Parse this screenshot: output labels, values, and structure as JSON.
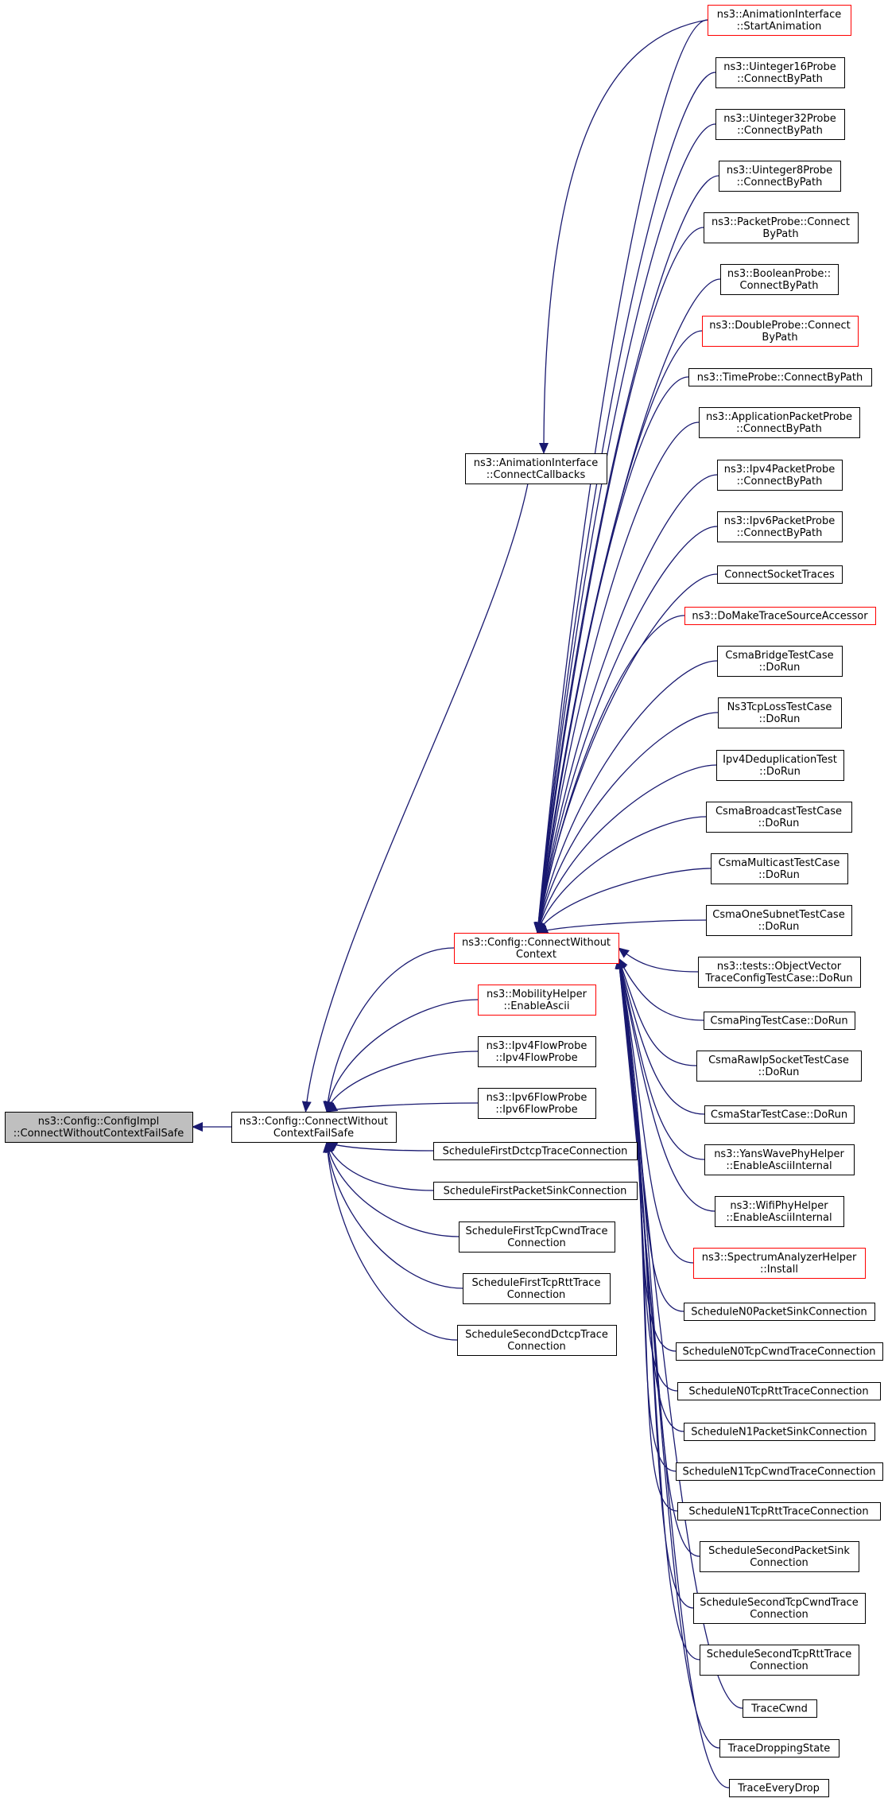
{
  "colors": {
    "edge": "#191970",
    "arrowhead": "#191970",
    "node_border": "#000000",
    "node_border_highlight": "#ff0000",
    "root_fill": "#bfbfbf",
    "node_fill": "#ffffff"
  },
  "nodes": [
    {
      "id": "root",
      "lines": [
        "ns3::Config::ConfigImpl",
        "::ConnectWithoutContextFailSafe"
      ],
      "style": "root"
    },
    {
      "id": "cwcfs",
      "lines": [
        "ns3::Config::ConnectWithout",
        "ContextFailSafe"
      ],
      "style": "normal"
    },
    {
      "id": "anim_cc",
      "lines": [
        "ns3::AnimationInterface",
        "::ConnectCallbacks"
      ],
      "style": "normal"
    },
    {
      "id": "cwc",
      "lines": [
        "ns3::Config::ConnectWithout",
        "Context"
      ],
      "style": "red"
    },
    {
      "id": "mob",
      "lines": [
        "ns3::MobilityHelper",
        "::EnableAscii"
      ],
      "style": "red"
    },
    {
      "id": "ip4fp",
      "lines": [
        "ns3::Ipv4FlowProbe",
        "::Ipv4FlowProbe"
      ],
      "style": "normal"
    },
    {
      "id": "ip6fp",
      "lines": [
        "ns3::Ipv6FlowProbe",
        "::Ipv6FlowProbe"
      ],
      "style": "normal"
    },
    {
      "id": "sfdctcp",
      "lines": [
        "ScheduleFirstDctcpTraceConnection"
      ],
      "style": "normal"
    },
    {
      "id": "sfps",
      "lines": [
        "ScheduleFirstPacketSinkConnection"
      ],
      "style": "normal"
    },
    {
      "id": "sftcw",
      "lines": [
        "ScheduleFirstTcpCwndTrace",
        "Connection"
      ],
      "style": "normal"
    },
    {
      "id": "sftrtt",
      "lines": [
        "ScheduleFirstTcpRttTrace",
        "Connection"
      ],
      "style": "normal"
    },
    {
      "id": "ssdctcp",
      "lines": [
        "ScheduleSecondDctcpTrace",
        "Connection"
      ],
      "style": "normal"
    },
    {
      "id": "anim_sa",
      "lines": [
        "ns3::AnimationInterface",
        "::StartAnimation"
      ],
      "style": "red"
    },
    {
      "id": "u16",
      "lines": [
        "ns3::Uinteger16Probe",
        "::ConnectByPath"
      ],
      "style": "normal"
    },
    {
      "id": "u32",
      "lines": [
        "ns3::Uinteger32Probe",
        "::ConnectByPath"
      ],
      "style": "normal"
    },
    {
      "id": "u8",
      "lines": [
        "ns3::Uinteger8Probe",
        "::ConnectByPath"
      ],
      "style": "normal"
    },
    {
      "id": "pkt",
      "lines": [
        "ns3::PacketProbe::Connect",
        "ByPath"
      ],
      "style": "normal"
    },
    {
      "id": "bool",
      "lines": [
        "ns3::BooleanProbe::",
        "ConnectByPath"
      ],
      "style": "normal"
    },
    {
      "id": "dbl",
      "lines": [
        "ns3::DoubleProbe::Connect",
        "ByPath"
      ],
      "style": "red"
    },
    {
      "id": "time",
      "lines": [
        "ns3::TimeProbe::ConnectByPath"
      ],
      "style": "normal"
    },
    {
      "id": "app",
      "lines": [
        "ns3::ApplicationPacketProbe",
        "::ConnectByPath"
      ],
      "style": "normal"
    },
    {
      "id": "ip4pp",
      "lines": [
        "ns3::Ipv4PacketProbe",
        "::ConnectByPath"
      ],
      "style": "normal"
    },
    {
      "id": "ip6pp",
      "lines": [
        "ns3::Ipv6PacketProbe",
        "::ConnectByPath"
      ],
      "style": "normal"
    },
    {
      "id": "cst",
      "lines": [
        "ConnectSocketTraces"
      ],
      "style": "normal"
    },
    {
      "id": "dmtsa",
      "lines": [
        "ns3::DoMakeTraceSourceAccessor"
      ],
      "style": "red"
    },
    {
      "id": "csmabr",
      "lines": [
        "CsmaBridgeTestCase",
        "::DoRun"
      ],
      "style": "normal"
    },
    {
      "id": "ns3tcp",
      "lines": [
        "Ns3TcpLossTestCase",
        "::DoRun"
      ],
      "style": "normal"
    },
    {
      "id": "ip4dd",
      "lines": [
        "Ipv4DeduplicationTest",
        "::DoRun"
      ],
      "style": "normal"
    },
    {
      "id": "csmabc",
      "lines": [
        "CsmaBroadcastTestCase",
        "::DoRun"
      ],
      "style": "normal"
    },
    {
      "id": "csmamc",
      "lines": [
        "CsmaMulticastTestCase",
        "::DoRun"
      ],
      "style": "normal"
    },
    {
      "id": "csmaos",
      "lines": [
        "CsmaOneSubnetTestCase",
        "::DoRun"
      ],
      "style": "normal"
    },
    {
      "id": "objvec",
      "lines": [
        "ns3::tests::ObjectVector",
        "TraceConfigTestCase::DoRun"
      ],
      "style": "normal"
    },
    {
      "id": "csmaping",
      "lines": [
        "CsmaPingTestCase::DoRun"
      ],
      "style": "normal"
    },
    {
      "id": "csmaraw",
      "lines": [
        "CsmaRawIpSocketTestCase",
        "::DoRun"
      ],
      "style": "normal"
    },
    {
      "id": "csmastar",
      "lines": [
        "CsmaStarTestCase::DoRun"
      ],
      "style": "normal"
    },
    {
      "id": "yans",
      "lines": [
        "ns3::YansWavePhyHelper",
        "::EnableAsciiInternal"
      ],
      "style": "normal"
    },
    {
      "id": "wifi",
      "lines": [
        "ns3::WifiPhyHelper",
        "::EnableAsciiInternal"
      ],
      "style": "normal"
    },
    {
      "id": "spec",
      "lines": [
        "ns3::SpectrumAnalyzerHelper",
        "::Install"
      ],
      "style": "red"
    },
    {
      "id": "n0ps",
      "lines": [
        "ScheduleN0PacketSinkConnection"
      ],
      "style": "normal"
    },
    {
      "id": "n0cw",
      "lines": [
        "ScheduleN0TcpCwndTraceConnection"
      ],
      "style": "normal"
    },
    {
      "id": "n0rtt",
      "lines": [
        "ScheduleN0TcpRttTraceConnection"
      ],
      "style": "normal"
    },
    {
      "id": "n1ps",
      "lines": [
        "ScheduleN1PacketSinkConnection"
      ],
      "style": "normal"
    },
    {
      "id": "n1cw",
      "lines": [
        "ScheduleN1TcpCwndTraceConnection"
      ],
      "style": "normal"
    },
    {
      "id": "n1rtt",
      "lines": [
        "ScheduleN1TcpRttTraceConnection"
      ],
      "style": "normal"
    },
    {
      "id": "ssps",
      "lines": [
        "ScheduleSecondPacketSink",
        "Connection"
      ],
      "style": "normal"
    },
    {
      "id": "sscw",
      "lines": [
        "ScheduleSecondTcpCwndTrace",
        "Connection"
      ],
      "style": "normal"
    },
    {
      "id": "ssrtt",
      "lines": [
        "ScheduleSecondTcpRttTrace",
        "Connection"
      ],
      "style": "normal"
    },
    {
      "id": "tcwnd",
      "lines": [
        "TraceCwnd"
      ],
      "style": "normal"
    },
    {
      "id": "tdrop",
      "lines": [
        "TraceDroppingState"
      ],
      "style": "normal"
    },
    {
      "id": "tevery",
      "lines": [
        "TraceEveryDrop"
      ],
      "style": "normal"
    }
  ],
  "edges": [
    {
      "from": "cwcfs",
      "to": "root"
    },
    {
      "from": "anim_cc",
      "to": "cwcfs"
    },
    {
      "from": "cwc",
      "to": "cwcfs"
    },
    {
      "from": "mob",
      "to": "cwcfs"
    },
    {
      "from": "ip4fp",
      "to": "cwcfs"
    },
    {
      "from": "ip6fp",
      "to": "cwcfs"
    },
    {
      "from": "sfdctcp",
      "to": "cwcfs"
    },
    {
      "from": "sfps",
      "to": "cwcfs"
    },
    {
      "from": "sftcw",
      "to": "cwcfs"
    },
    {
      "from": "sftrtt",
      "to": "cwcfs"
    },
    {
      "from": "ssdctcp",
      "to": "cwcfs"
    },
    {
      "from": "anim_sa",
      "to": "anim_cc"
    },
    {
      "from": "anim_sa",
      "to": "cwc"
    },
    {
      "from": "u16",
      "to": "cwc"
    },
    {
      "from": "u32",
      "to": "cwc"
    },
    {
      "from": "u8",
      "to": "cwc"
    },
    {
      "from": "pkt",
      "to": "cwc"
    },
    {
      "from": "bool",
      "to": "cwc"
    },
    {
      "from": "dbl",
      "to": "cwc"
    },
    {
      "from": "time",
      "to": "cwc"
    },
    {
      "from": "app",
      "to": "cwc"
    },
    {
      "from": "ip4pp",
      "to": "cwc"
    },
    {
      "from": "ip6pp",
      "to": "cwc"
    },
    {
      "from": "cst",
      "to": "cwc"
    },
    {
      "from": "dmtsa",
      "to": "cwc"
    },
    {
      "from": "csmabr",
      "to": "cwc"
    },
    {
      "from": "ns3tcp",
      "to": "cwc"
    },
    {
      "from": "ip4dd",
      "to": "cwc"
    },
    {
      "from": "csmabc",
      "to": "cwc"
    },
    {
      "from": "csmamc",
      "to": "cwc"
    },
    {
      "from": "csmaos",
      "to": "cwc"
    },
    {
      "from": "objvec",
      "to": "cwc"
    },
    {
      "from": "csmaping",
      "to": "cwc"
    },
    {
      "from": "csmaraw",
      "to": "cwc"
    },
    {
      "from": "csmastar",
      "to": "cwc"
    },
    {
      "from": "yans",
      "to": "cwc"
    },
    {
      "from": "wifi",
      "to": "cwc"
    },
    {
      "from": "spec",
      "to": "cwc"
    },
    {
      "from": "n0ps",
      "to": "cwc"
    },
    {
      "from": "n0cw",
      "to": "cwc"
    },
    {
      "from": "n0rtt",
      "to": "cwc"
    },
    {
      "from": "n1ps",
      "to": "cwc"
    },
    {
      "from": "n1cw",
      "to": "cwc"
    },
    {
      "from": "n1rtt",
      "to": "cwc"
    },
    {
      "from": "ssps",
      "to": "cwc"
    },
    {
      "from": "sscw",
      "to": "cwc"
    },
    {
      "from": "ssrtt",
      "to": "cwc"
    },
    {
      "from": "tcwnd",
      "to": "cwc"
    },
    {
      "from": "tdrop",
      "to": "cwc"
    },
    {
      "from": "tevery",
      "to": "cwc"
    }
  ]
}
